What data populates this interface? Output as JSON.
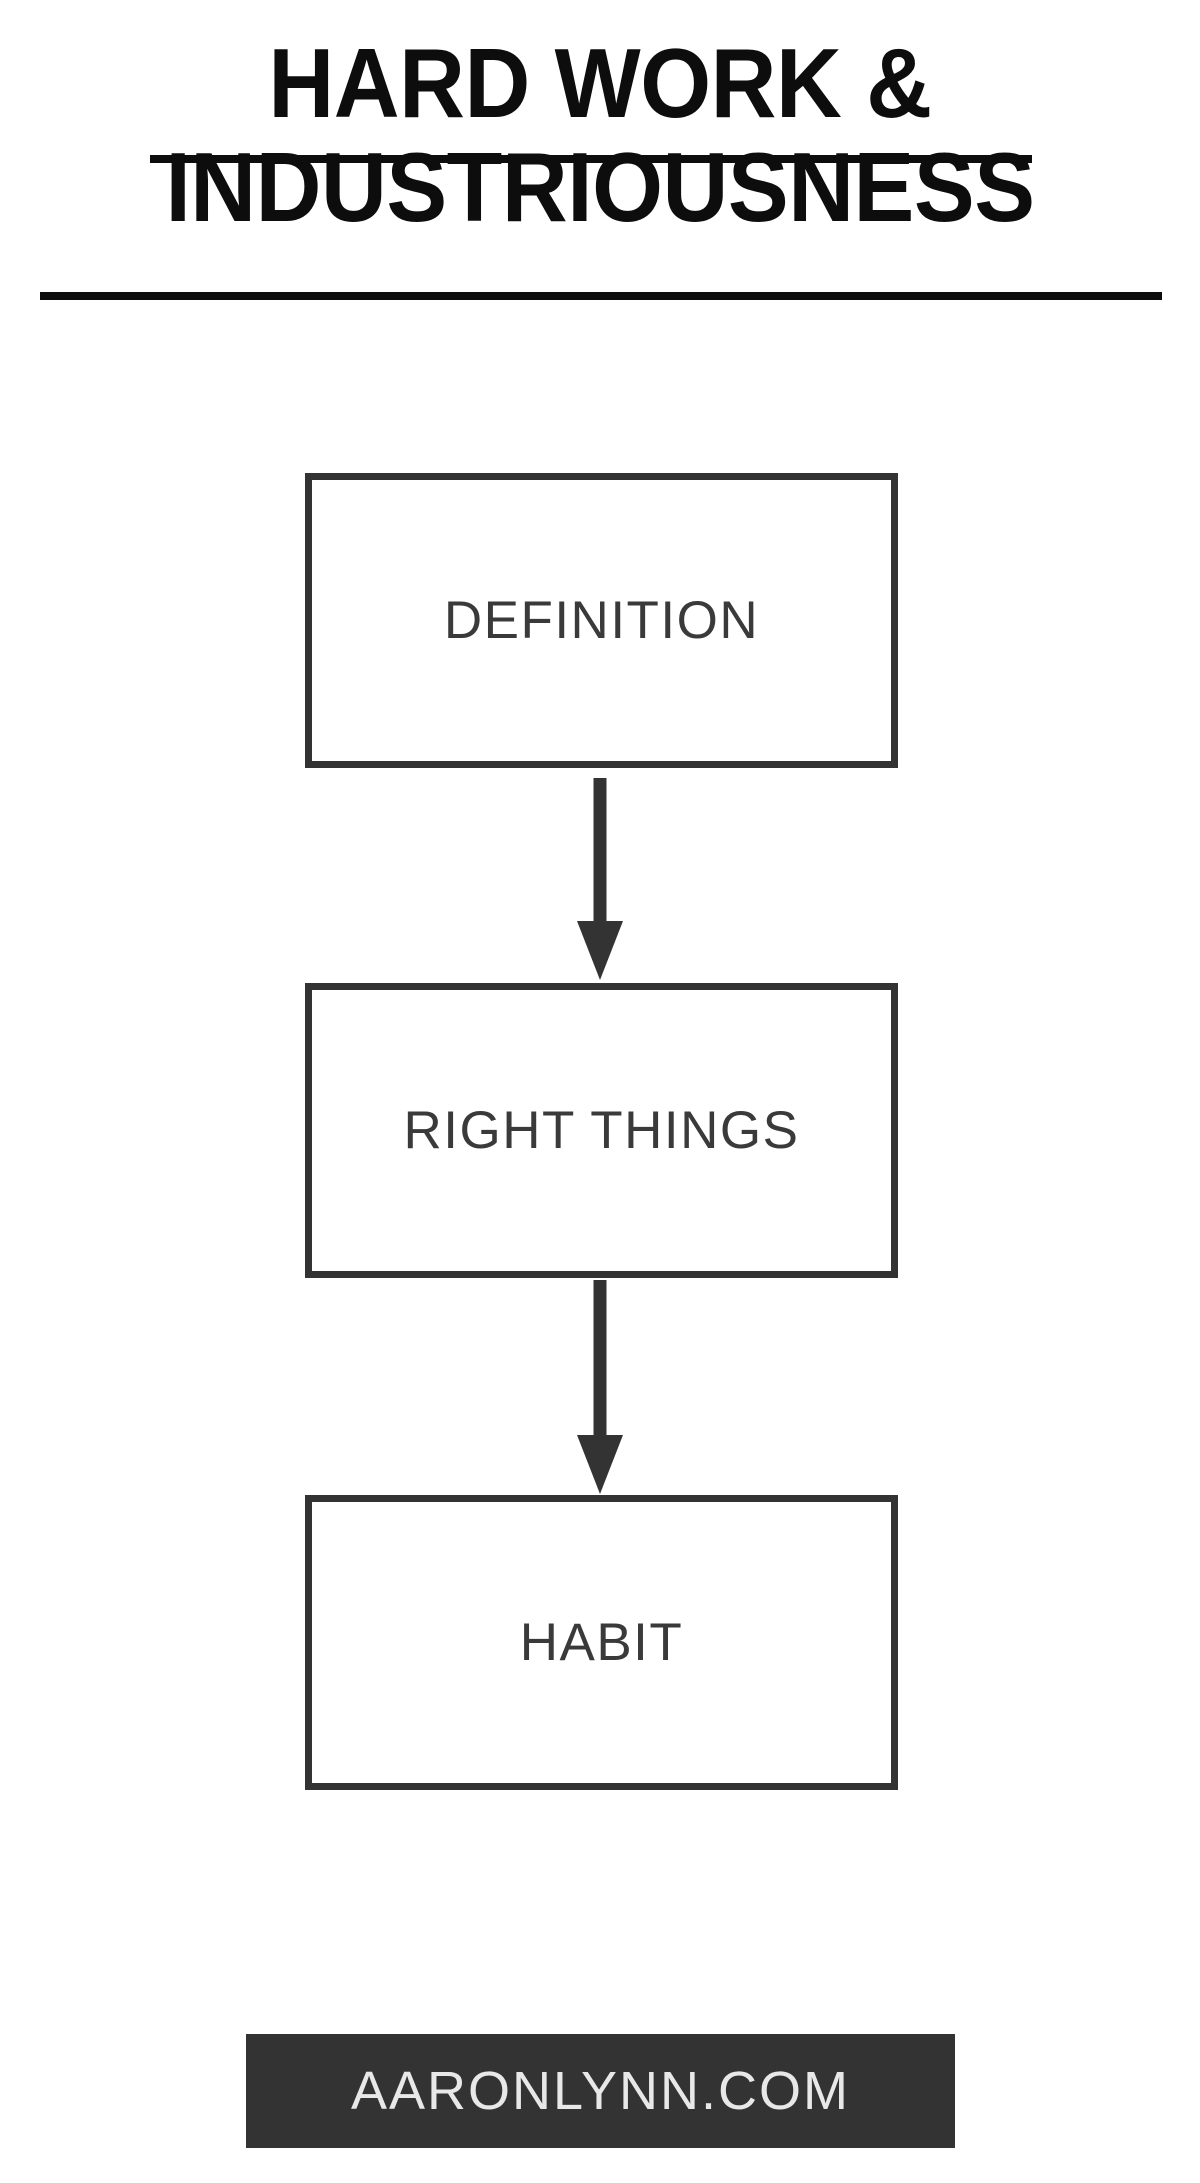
{
  "title": {
    "line1": "HARD WORK &",
    "line2": "INDUSTRIOUSNESS",
    "color": "#0D0D0D",
    "underlined": true
  },
  "diagram": {
    "type": "flowchart",
    "orientation": "vertical",
    "node_border_color": "#333333",
    "node_text_color": "#3A3A3A",
    "arrow_color": "#333333",
    "background": "#FFFFFF",
    "nodes": [
      {
        "id": "definition",
        "label": "DEFINITION"
      },
      {
        "id": "right-things",
        "label": "RIGHT THINGS"
      },
      {
        "id": "habit",
        "label": "HABIT"
      }
    ],
    "connectors": [
      {
        "from": "definition",
        "to": "right-things",
        "style": "arrow-down"
      },
      {
        "from": "right-things",
        "to": "habit",
        "style": "arrow-down"
      }
    ]
  },
  "footer": {
    "text": "AARONLYNN.COM",
    "background": "#333333",
    "text_color": "#E8E8E8"
  }
}
